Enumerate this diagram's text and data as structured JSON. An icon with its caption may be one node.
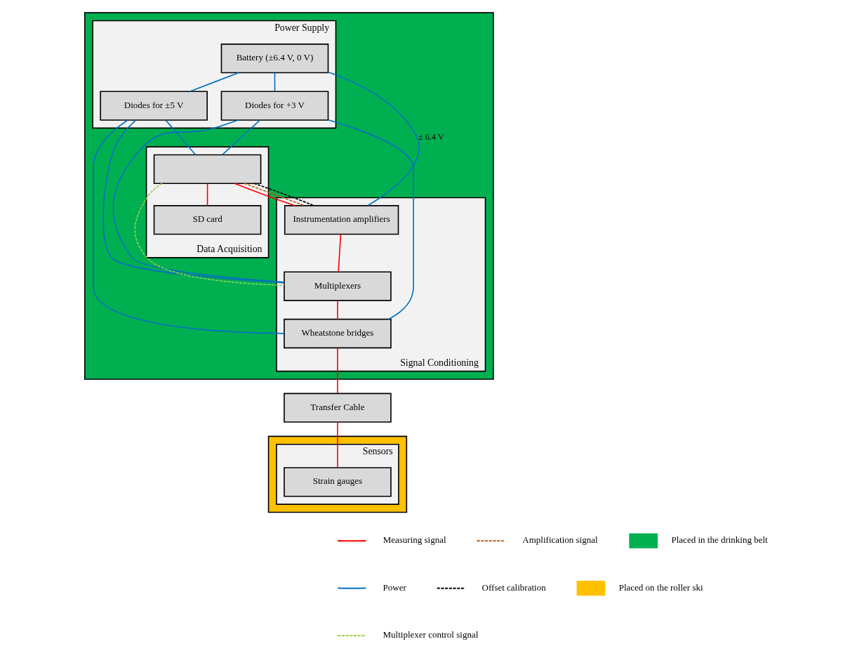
{
  "diagram": {
    "nodes": [
      {
        "text": [],
        "shape": "box"
      },
      {
        "text": [
          "Power Supply"
        ],
        "in": 0
      },
      {
        "text": [
          "Battery (±6.4 V, 0 V)"
        ],
        "in": 1
      },
      {
        "text": [
          "Diodes for +3 V"
        ],
        "in": 1
      },
      {
        "text": [
          "Diodes for ±5 V"
        ],
        "in": 1
      },
      {
        "text": [
          "Data Acquisition"
        ],
        "in": 0
      },
      {
        "text": [],
        "shape": "box",
        "in": 5
      },
      {
        "text": [
          "SD card"
        ],
        "in": 5
      },
      {
        "text": [
          "Signal Conditioning"
        ],
        "in": 0
      },
      {
        "text": [
          "Instrumentation amplifiers"
        ],
        "in": 8
      },
      {
        "text": [
          "Multiplexers"
        ],
        "in": 8
      },
      {
        "text": [
          "Wheatstone bridges"
        ],
        "in": 8
      },
      {
        "text": [
          "Transfer Cable"
        ]
      },
      {
        "text": [],
        "shape": "box"
      },
      {
        "text": [
          "Sensors"
        ],
        "in": 13
      },
      {
        "text": [
          "Strain gauges"
        ],
        "in": 14
      }
    ],
    "edges": [
      {
        "from": 2,
        "to": 3,
        "arrow": "none"
      },
      {
        "from": 2,
        "to": 4,
        "arrow": "none"
      },
      {
        "from": 2,
        "to": 9,
        "arrow": "none",
        "label": "± 6.4 V"
      },
      {
        "from": 3,
        "to": 6,
        "arrow": "none"
      },
      {
        "from": 3,
        "to": 10,
        "arrow": "none"
      },
      {
        "from": 3,
        "to": 11,
        "arrow": "none"
      },
      {
        "from": 4,
        "to": 6,
        "arrow": "none"
      },
      {
        "from": 4,
        "to": 10,
        "arrow": "none"
      },
      {
        "from": 4,
        "to": 11,
        "arrow": "none"
      },
      {
        "from": 6,
        "to": 7,
        "arrow": "none",
        "color": "#ff0000"
      },
      {
        "from": 6,
        "to": 9,
        "arrow": "none",
        "color": "#ff0000"
      },
      {
        "from": 9,
        "to": 10,
        "arrow": "none",
        "color": "#ff0000"
      },
      {
        "from": 10,
        "to": 11,
        "arrow": "none",
        "color": "#ff0000"
      },
      {
        "from": 11,
        "to": 12,
        "arrow": "none",
        "color": "#ff0000"
      },
      {
        "from": 12,
        "to": 15,
        "arrow": "none",
        "color": "#ff0000"
      },
      {
        "from": 6,
        "to": 9,
        "arrow": "none",
        "style": "dashed",
        "color": "#c55a11"
      },
      {
        "from": 6,
        "to": 9,
        "arrow": "none",
        "style": "dashed",
        "color": "#000000"
      },
      {
        "from": 6,
        "to": 10,
        "arrow": "none",
        "style": "dashed",
        "color": "#92d050"
      }
    ],
    "legend": [
      {
        "text": "Measuring signal"
      },
      {
        "text": "Power"
      },
      {
        "text": "Amplification signal"
      },
      {
        "text": "Offset calibration"
      },
      {
        "text": "Multiplexer control signal"
      },
      {
        "text": "Placed in the drinking belt",
        "color": "#00b050"
      },
      {
        "text": "Placed on the roller ski",
        "color": "#ffc000"
      }
    ]
  }
}
